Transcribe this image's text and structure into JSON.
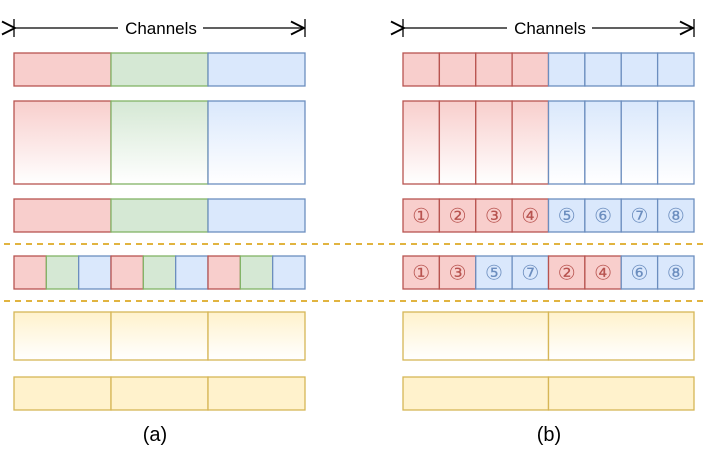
{
  "panels": {
    "a": {
      "caption": "(a)",
      "axis_label": "Channels",
      "rows": [
        {
          "cells": [
            "red",
            "green",
            "blue"
          ]
        },
        {
          "cells": [
            "red",
            "green",
            "blue"
          ]
        },
        {
          "cells": [
            "red",
            "green",
            "blue"
          ]
        },
        {
          "cells": [
            "red",
            "green",
            "blue",
            "red",
            "green",
            "blue",
            "red",
            "green",
            "blue"
          ]
        },
        {
          "cells": [
            "yellow",
            "yellow",
            "yellow"
          ]
        },
        {
          "cells": [
            "yellow",
            "yellow",
            "yellow"
          ]
        }
      ]
    },
    "b": {
      "caption": "(b)",
      "axis_label": "Channels",
      "rows": [
        {
          "cells": [
            "red",
            "red",
            "red",
            "red",
            "blue",
            "blue",
            "blue",
            "blue"
          ]
        },
        {
          "cells": [
            "red",
            "red",
            "red",
            "red",
            "blue",
            "blue",
            "blue",
            "blue"
          ]
        },
        {
          "cells": [
            "red",
            "red",
            "red",
            "red",
            "blue",
            "blue",
            "blue",
            "blue"
          ],
          "labels": [
            "①",
            "②",
            "③",
            "④",
            "⑤",
            "⑥",
            "⑦",
            "⑧"
          ]
        },
        {
          "cells": [
            "red",
            "red",
            "blue",
            "blue",
            "red",
            "red",
            "blue",
            "blue"
          ],
          "labels": [
            "①",
            "③",
            "⑤",
            "⑦",
            "②",
            "④",
            "⑥",
            "⑧"
          ]
        },
        {
          "cells": [
            "yellow",
            "yellow"
          ]
        },
        {
          "cells": [
            "yellow",
            "yellow"
          ]
        }
      ]
    }
  },
  "colors": {
    "red": {
      "fill": "#f8cecc",
      "stroke": "#b85450",
      "text": "#b85450"
    },
    "green": {
      "fill": "#d5e8d4",
      "stroke": "#82b366",
      "text": "#82b366"
    },
    "blue": {
      "fill": "#dae8fc",
      "stroke": "#6c8ebf",
      "text": "#6c8ebf"
    },
    "yellow": {
      "fill": "#fff2cc",
      "stroke": "#d6b656",
      "text": "#d6b656"
    },
    "separator": "#d79b00"
  },
  "gradient_rows": [
    1,
    4
  ],
  "separators_after_rows": [
    2,
    3
  ]
}
